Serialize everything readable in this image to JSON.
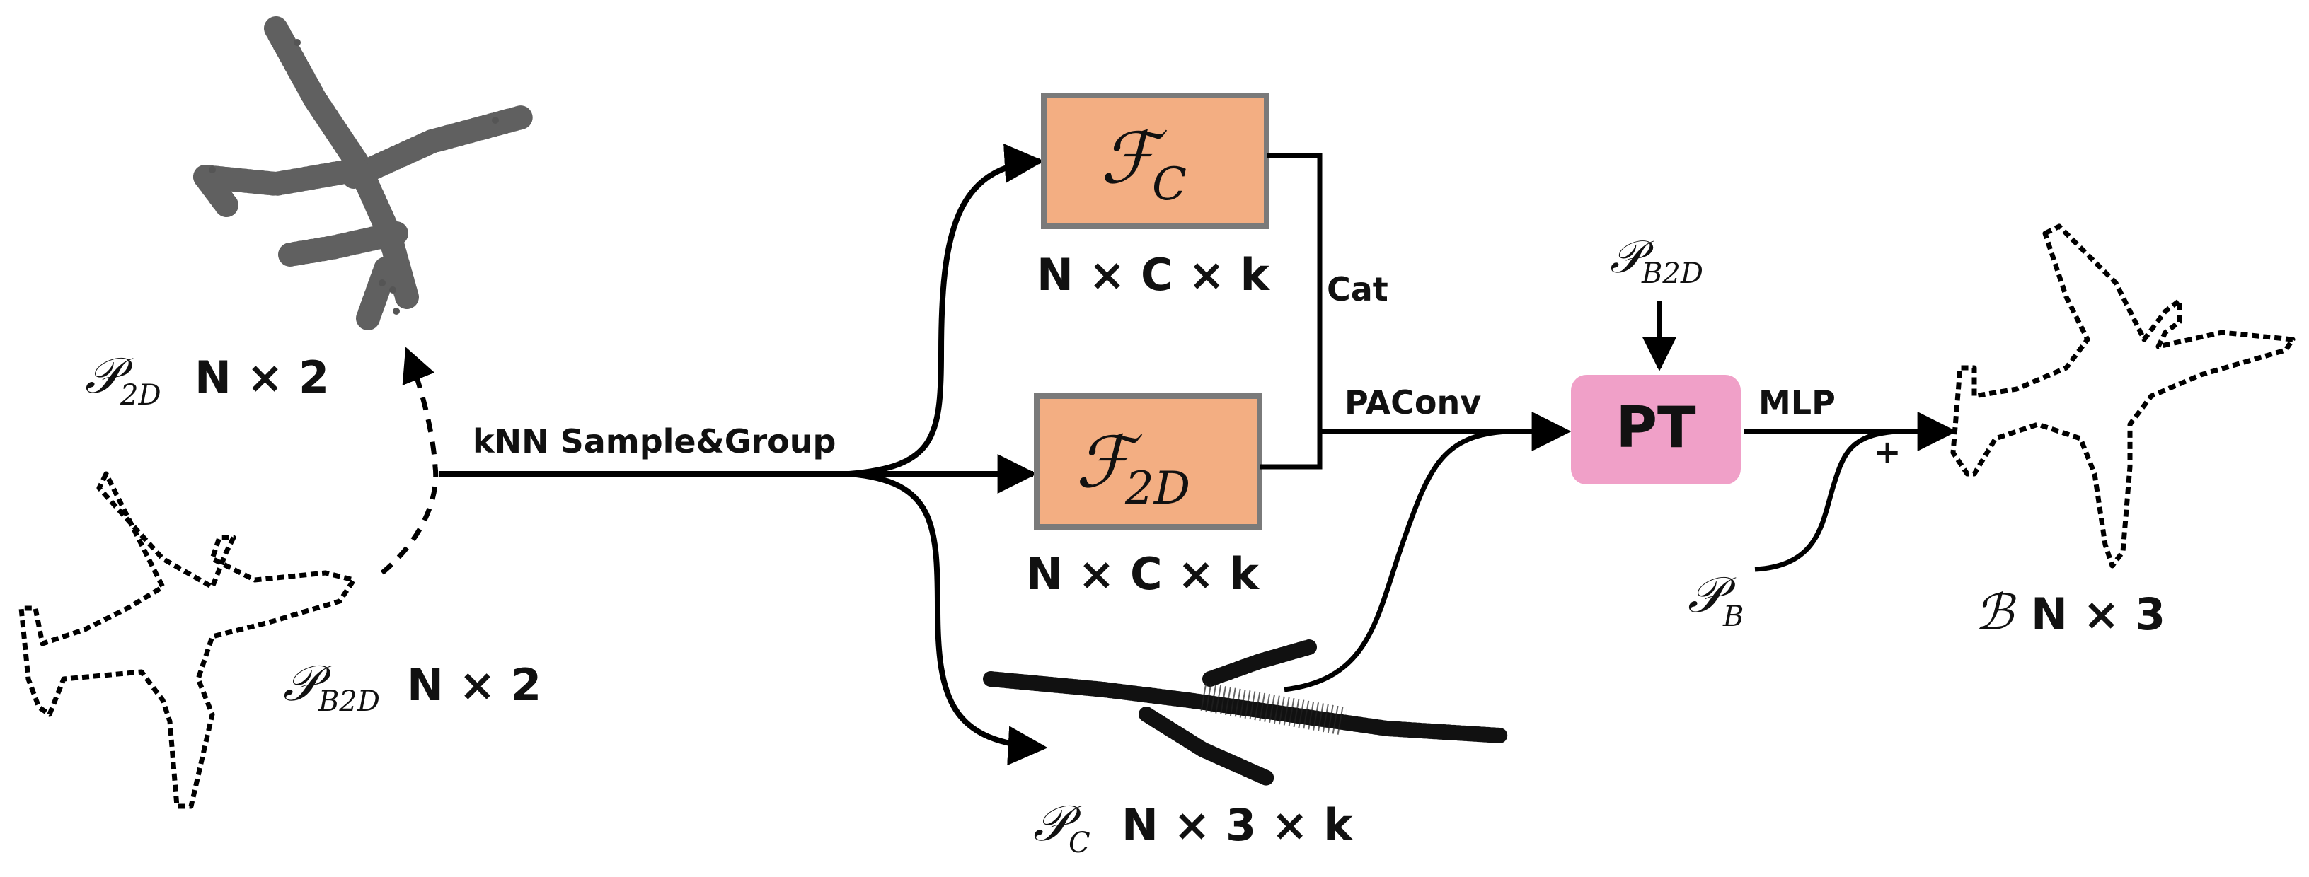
{
  "diagram": {
    "input_2d": {
      "symbol": "𝒫",
      "sub": "B2D",
      "dims": "N × 2"
    },
    "output_2d": {
      "symbol": "𝒫",
      "sub": "2D",
      "dims": "N × 2"
    },
    "edge_sample": "kNN Sample&Group",
    "feature_c": {
      "symbol": "ℱ",
      "sub": "C",
      "dims": "N × C × k"
    },
    "feature_2d": {
      "symbol": "ℱ",
      "sub": "2D",
      "dims": "N × C × k"
    },
    "edge_cat": "Cat",
    "edge_paconv": "PAConv",
    "cloud_c": {
      "symbol": "𝒫",
      "sub": "C",
      "dims": "N × 3 × k"
    },
    "pt_block": {
      "label": "PT",
      "query": {
        "symbol": "𝒫",
        "sub": "B2D"
      }
    },
    "edge_mlp": "MLP",
    "plus": "+",
    "residual": {
      "symbol": "𝒫",
      "sub": "B"
    },
    "output": {
      "symbol": "ℬ",
      "dims": "N × 3"
    }
  },
  "colors": {
    "feature_fill": "#f3ae82",
    "feature_stroke": "#7a7a7a",
    "pt_fill": "#f0a0c8",
    "line": "#000000",
    "gray_points": "#555555"
  },
  "icons": [
    "airplane-outline-2d",
    "airplane-gray-pointcloud",
    "airplane-3d-pointcloud",
    "airplane-outline-output"
  ]
}
